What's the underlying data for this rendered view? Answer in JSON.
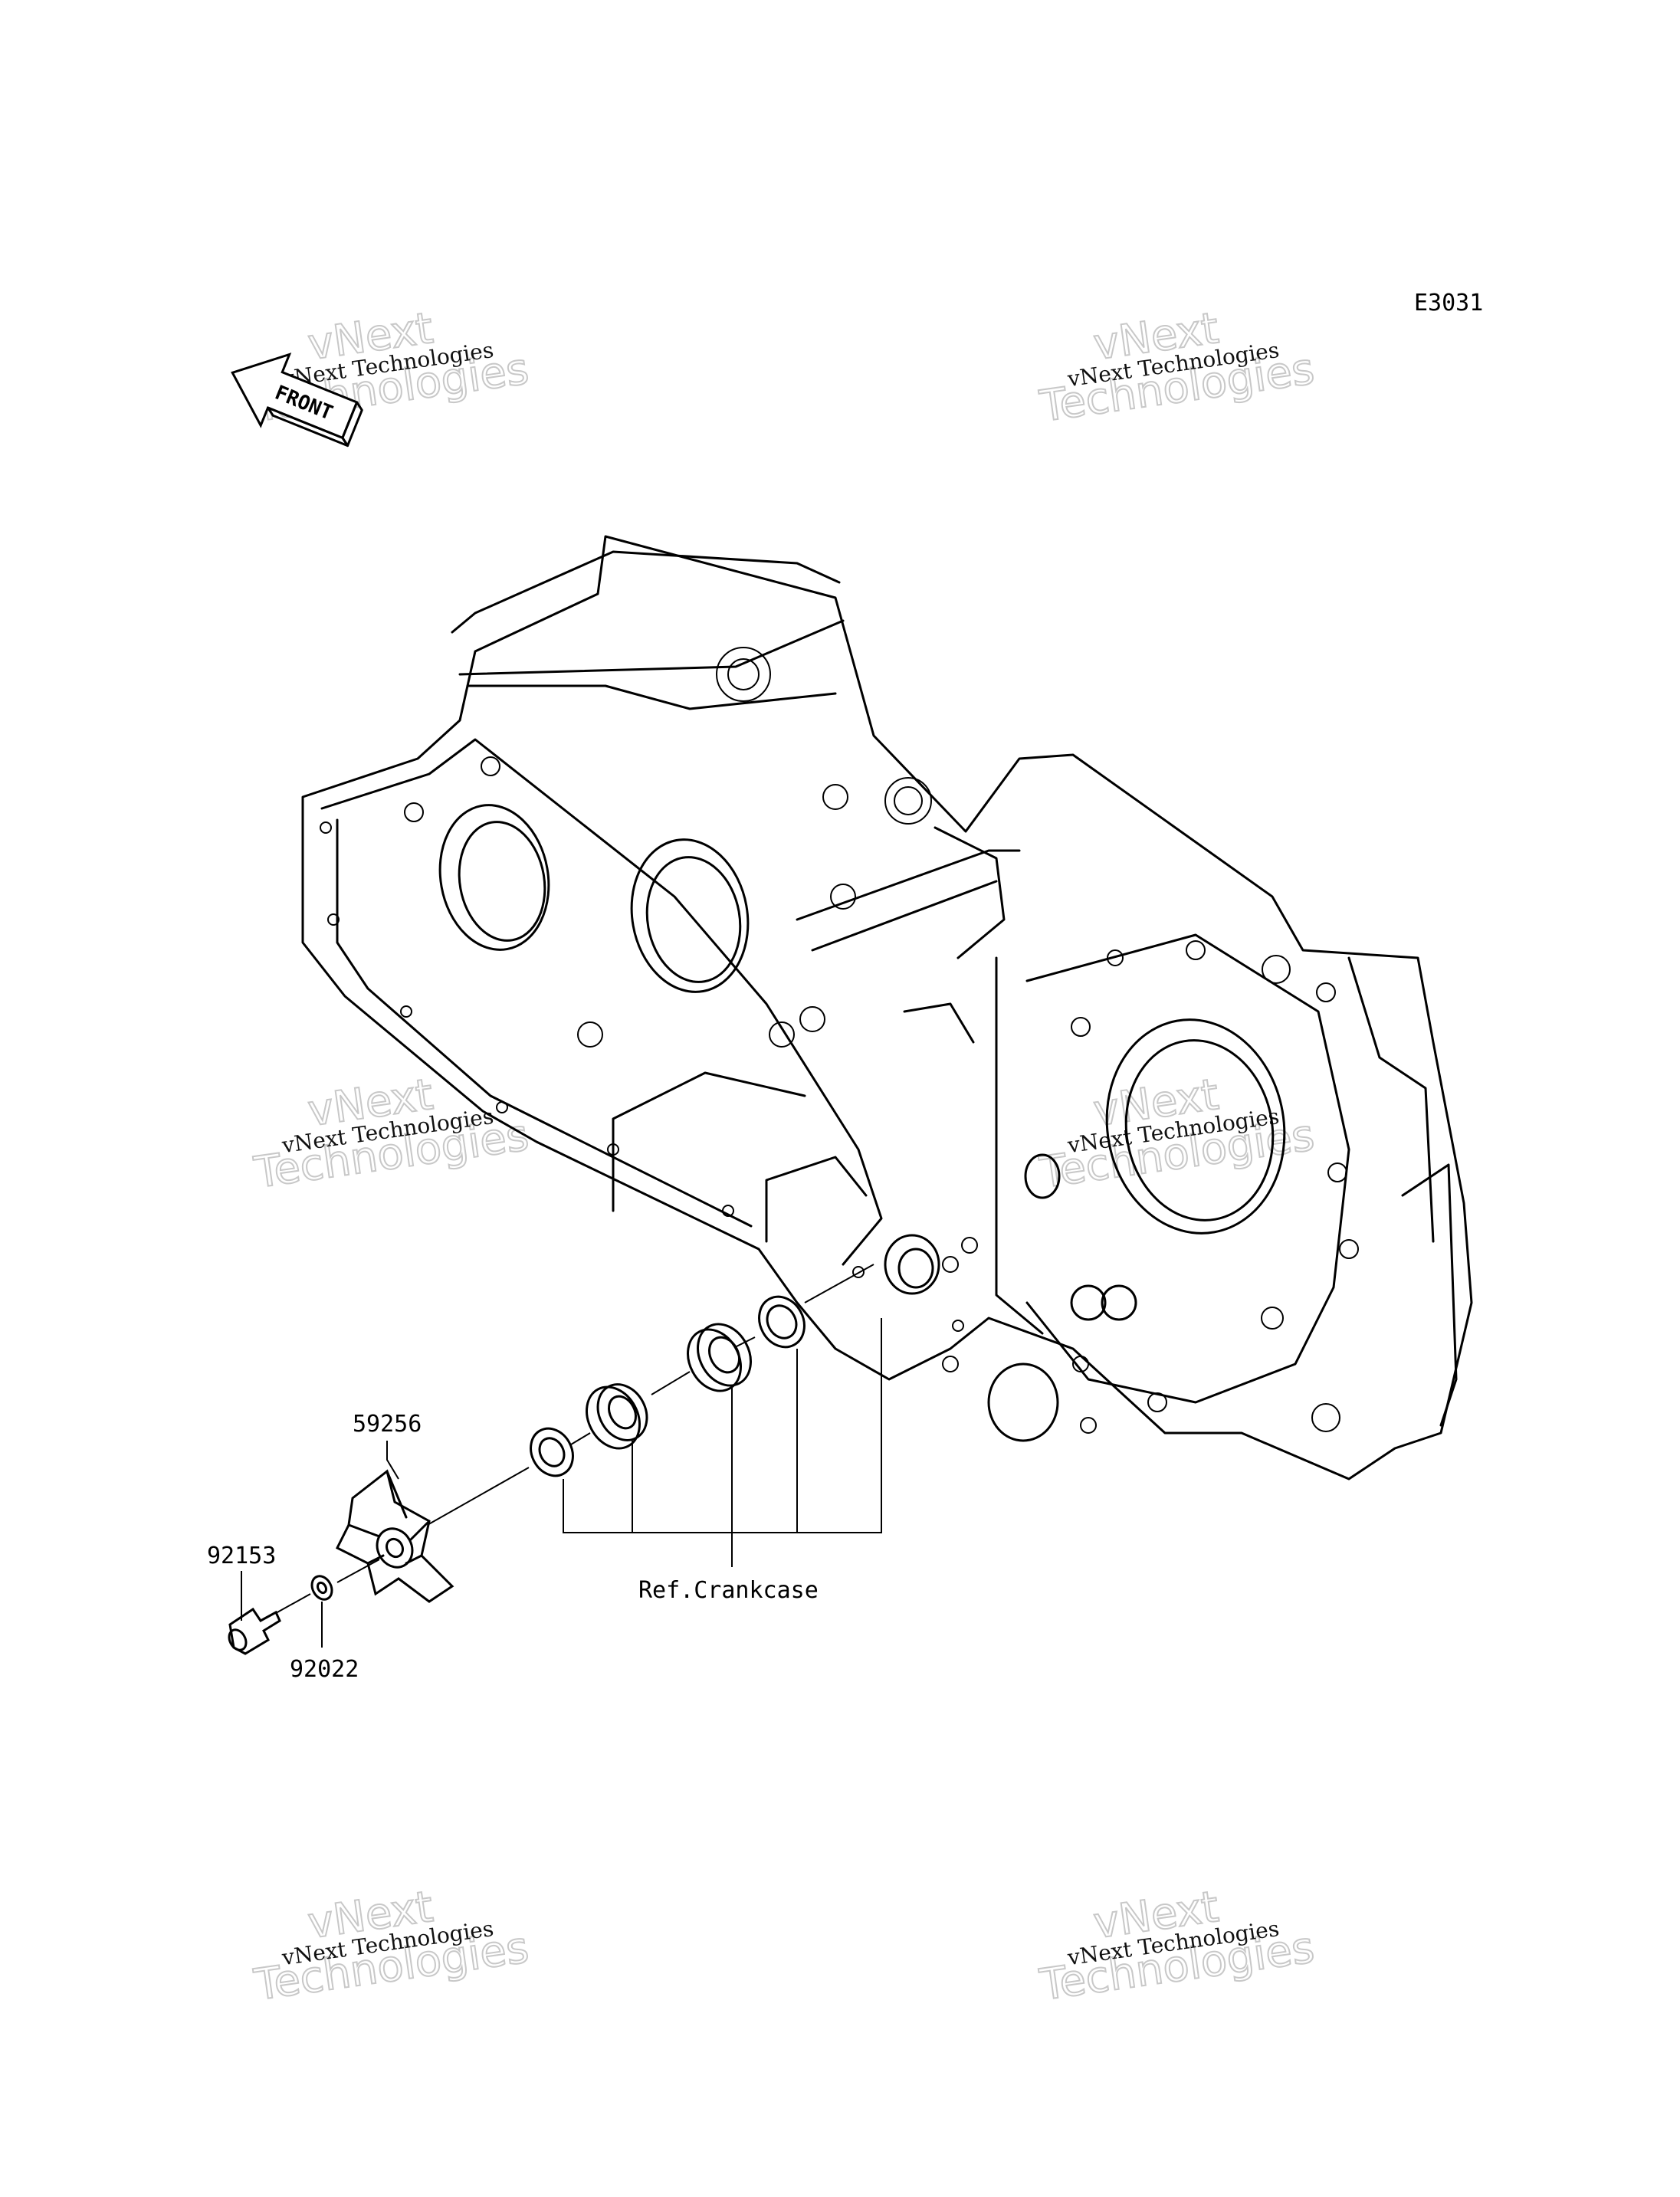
{
  "diagram": {
    "code": "E3031",
    "front_label": "FRONT",
    "ref_label": "Ref.Crankcase",
    "parts": [
      {
        "number": "59256"
      },
      {
        "number": "92153"
      },
      {
        "number": "92022"
      }
    ]
  },
  "watermark": {
    "line_small": "vNext Technologies",
    "line_big_top": "vNext",
    "line_big_bottom": "Technologies"
  }
}
